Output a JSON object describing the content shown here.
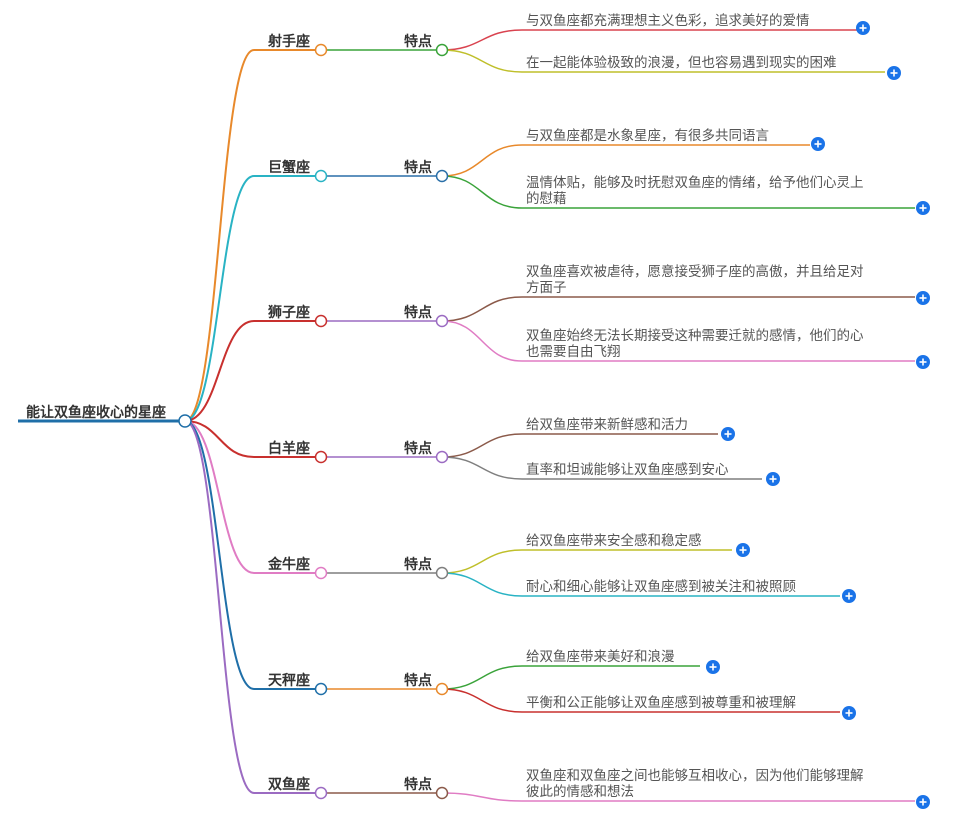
{
  "root": {
    "label": "能让双鱼座收心的星座",
    "color": "#1f6fa8"
  },
  "branches": [
    {
      "label": "射手座",
      "color": "#e8892b",
      "sub": {
        "label": "特点",
        "color": "#3aa33a"
      },
      "leaves": [
        {
          "lines": [
            "与双鱼座都充满理想主义色彩，追求美好的爱情"
          ],
          "color": "#d9434f"
        },
        {
          "lines": [
            "在一起能体验极致的浪漫，但也容易遇到现实的困难"
          ],
          "color": "#bfbf2a"
        }
      ]
    },
    {
      "label": "巨蟹座",
      "color": "#29b3c4",
      "sub": {
        "label": "特点",
        "color": "#2a6fa8"
      },
      "leaves": [
        {
          "lines": [
            "与双鱼座都是水象星座，有很多共同语言"
          ],
          "color": "#e8892b"
        },
        {
          "lines": [
            "温情体贴，能够及时抚慰双鱼座的情绪，给予他们心灵上",
            "的慰藉"
          ],
          "color": "#3aa33a"
        }
      ]
    },
    {
      "label": "狮子座",
      "color": "#c8302e",
      "sub": {
        "label": "特点",
        "color": "#9b6bc2"
      },
      "leaves": [
        {
          "lines": [
            "双鱼座喜欢被虐待，愿意接受狮子座的高傲，并且给足对",
            "方面子"
          ],
          "color": "#8b5a4a"
        },
        {
          "lines": [
            "双鱼座始终无法长期接受这种需要迁就的感情，他们的心",
            "也需要自由飞翔"
          ],
          "color": "#e07cc4"
        }
      ]
    },
    {
      "label": "白羊座",
      "color": "#c8302e",
      "sub": {
        "label": "特点",
        "color": "#9b6bc2"
      },
      "leaves": [
        {
          "lines": [
            "给双鱼座带来新鲜感和活力"
          ],
          "color": "#8b5a4a"
        },
        {
          "lines": [
            "直率和坦诚能够让双鱼座感到安心"
          ],
          "color": "#7f7f7f"
        }
      ]
    },
    {
      "label": "金牛座",
      "color": "#e07cc4",
      "sub": {
        "label": "特点",
        "color": "#7f7f7f"
      },
      "leaves": [
        {
          "lines": [
            "给双鱼座带来安全感和稳定感"
          ],
          "color": "#bfbf2a"
        },
        {
          "lines": [
            "耐心和细心能够让双鱼座感到被关注和被照顾"
          ],
          "color": "#29b3c4"
        }
      ]
    },
    {
      "label": "天秤座",
      "color": "#1f6fa8",
      "sub": {
        "label": "特点",
        "color": "#e8892b"
      },
      "leaves": [
        {
          "lines": [
            "给双鱼座带来美好和浪漫"
          ],
          "color": "#3aa33a"
        },
        {
          "lines": [
            "平衡和公正能够让双鱼座感到被尊重和被理解"
          ],
          "color": "#c8302e"
        }
      ]
    },
    {
      "label": "双鱼座",
      "color": "#9b6bc2",
      "sub": {
        "label": "特点",
        "color": "#8b5a4a"
      },
      "leaves": [
        {
          "lines": [
            "双鱼座和双鱼座之间也能够互相收心，因为他们能够理解",
            "彼此的情感和想法"
          ],
          "color": "#e07cc4"
        }
      ]
    }
  ],
  "icons": {
    "expand": "plus-circle-icon",
    "expand_color": "#1a73e8"
  }
}
